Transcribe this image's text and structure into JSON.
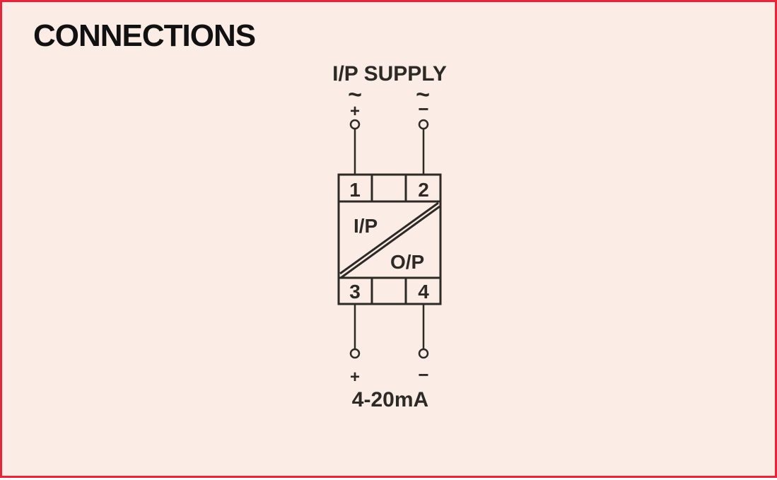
{
  "title": "CONNECTIONS",
  "supply": {
    "label": "I/P SUPPLY",
    "ac_symbol": "~",
    "plus": "+",
    "minus": "−"
  },
  "module": {
    "terminals": [
      "1",
      "2",
      "3",
      "4"
    ],
    "input_label": "I/P",
    "output_label": "O/P"
  },
  "output": {
    "plus": "+",
    "minus": "−",
    "label": "4-20mA"
  },
  "colors": {
    "border": "#e8243b",
    "background": "#fcece6",
    "ink": "#2d2a26"
  }
}
